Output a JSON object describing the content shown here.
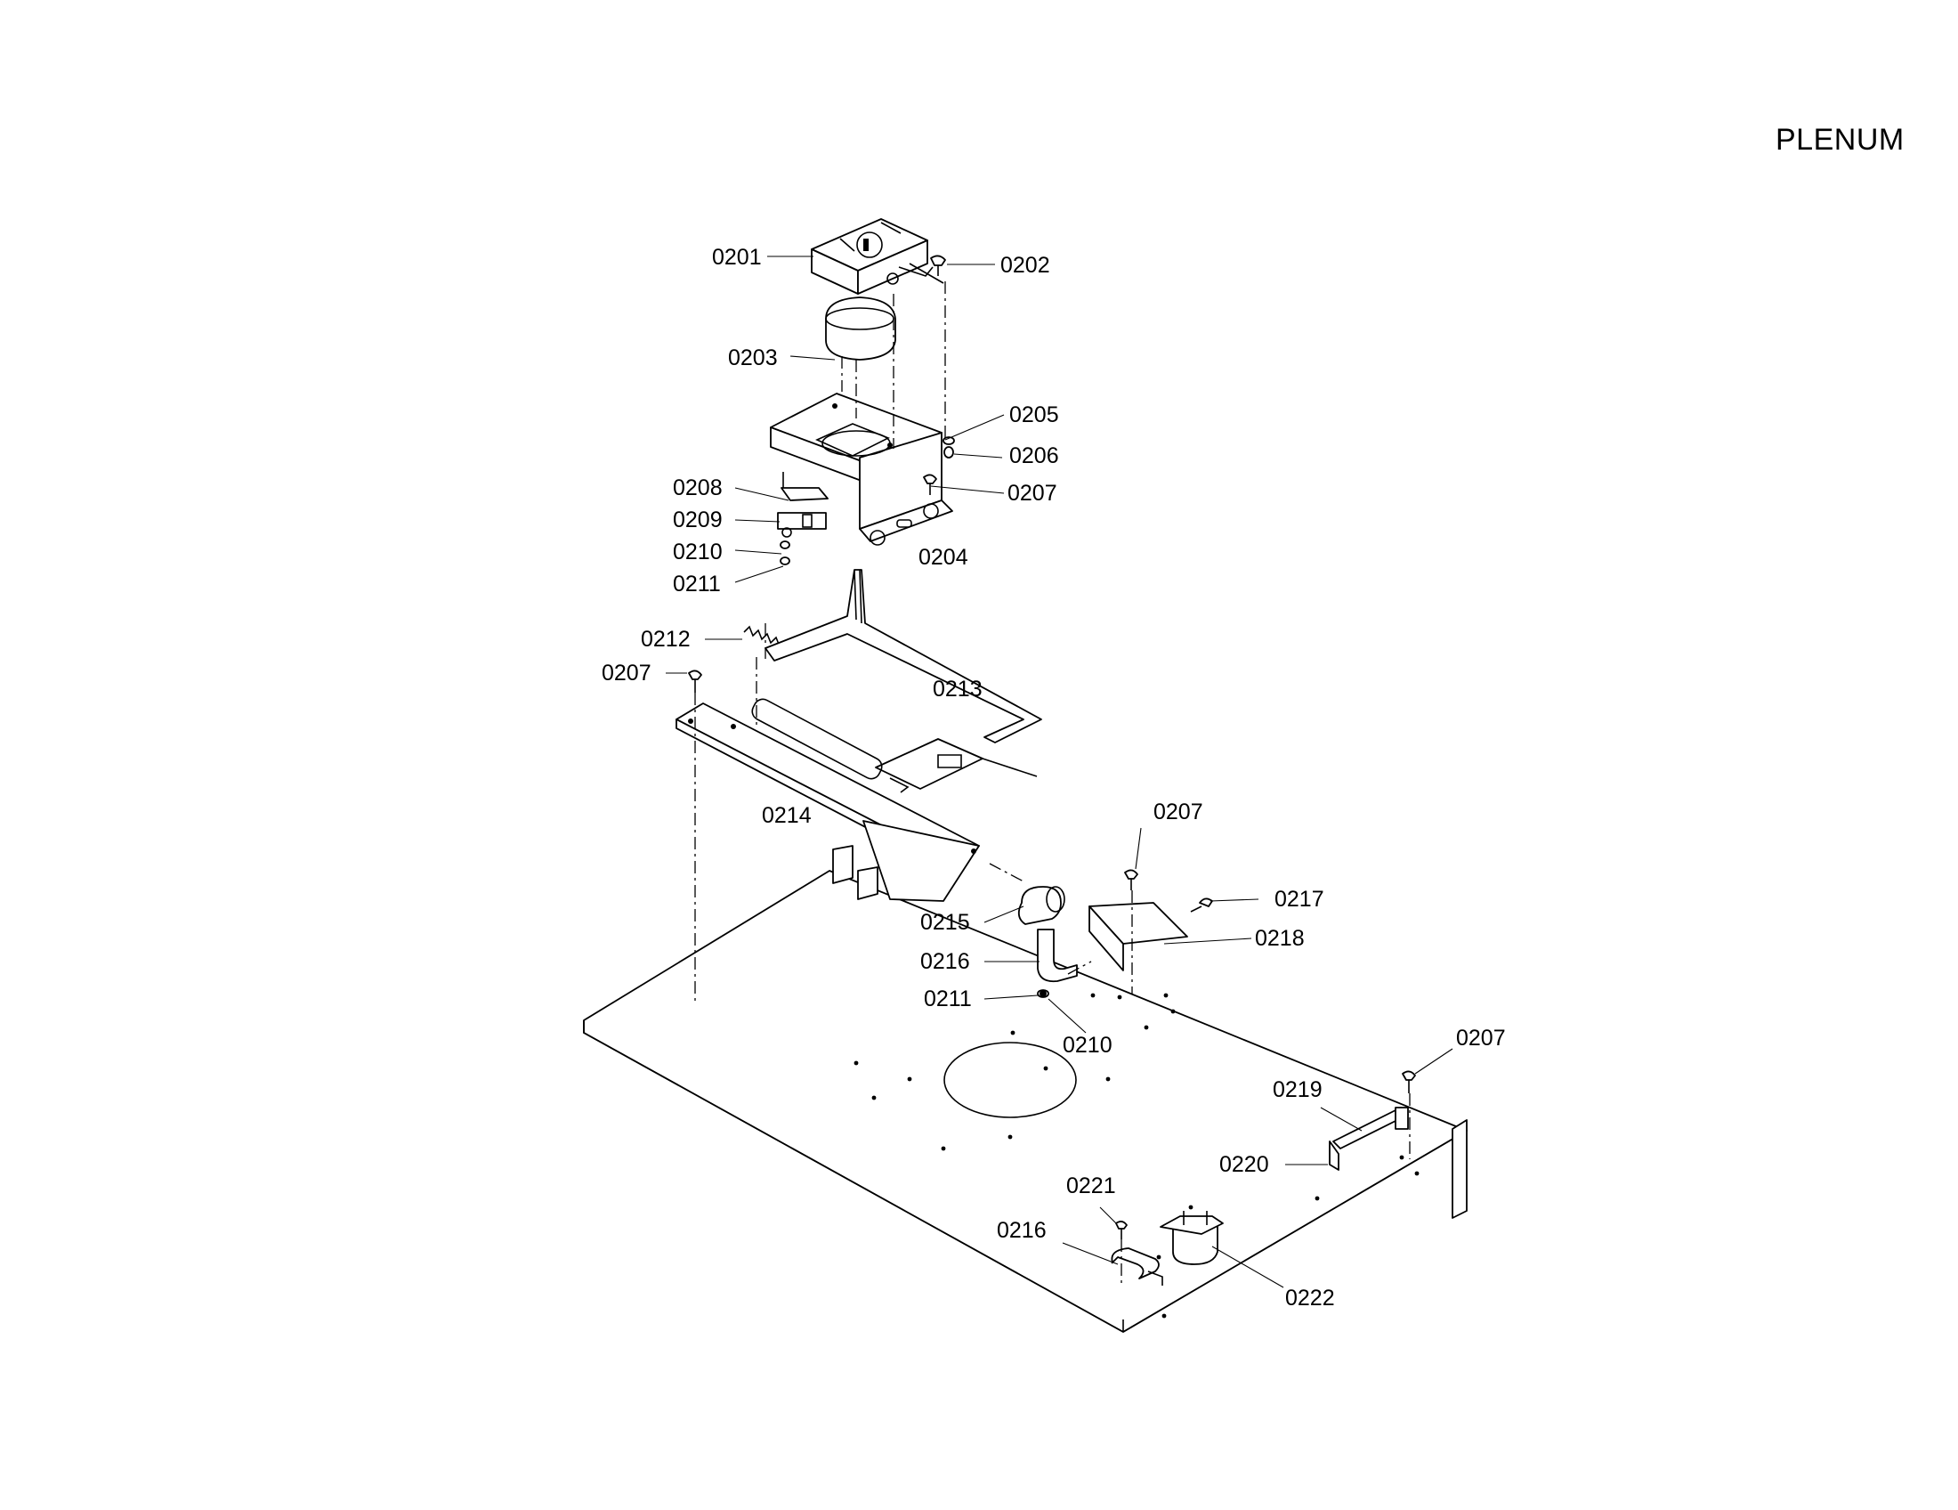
{
  "title": "PLENUM",
  "parts": [
    {
      "id": "p0201",
      "number": "0201"
    },
    {
      "id": "p0202",
      "number": "0202"
    },
    {
      "id": "p0203",
      "number": "0203"
    },
    {
      "id": "p0204",
      "number": "0204"
    },
    {
      "id": "p0205",
      "number": "0205"
    },
    {
      "id": "p0206",
      "number": "0206"
    },
    {
      "id": "p0207a",
      "number": "0207"
    },
    {
      "id": "p0208",
      "number": "0208"
    },
    {
      "id": "p0209",
      "number": "0209"
    },
    {
      "id": "p0210a",
      "number": "0210"
    },
    {
      "id": "p0211a",
      "number": "0211"
    },
    {
      "id": "p0212",
      "number": "0212"
    },
    {
      "id": "p0207b",
      "number": "0207"
    },
    {
      "id": "p0213",
      "number": "0213"
    },
    {
      "id": "p0214",
      "number": "0214"
    },
    {
      "id": "p0207c",
      "number": "0207"
    },
    {
      "id": "p0217",
      "number": "0217"
    },
    {
      "id": "p0218",
      "number": "0218"
    },
    {
      "id": "p0215",
      "number": "0215"
    },
    {
      "id": "p0216a",
      "number": "0216"
    },
    {
      "id": "p0211b",
      "number": "0211"
    },
    {
      "id": "p0210b",
      "number": "0210"
    },
    {
      "id": "p0207d",
      "number": "0207"
    },
    {
      "id": "p0219",
      "number": "0219"
    },
    {
      "id": "p0220",
      "number": "0220"
    },
    {
      "id": "p0221",
      "number": "0221"
    },
    {
      "id": "p0216b",
      "number": "0216"
    },
    {
      "id": "p0222",
      "number": "0222"
    }
  ]
}
